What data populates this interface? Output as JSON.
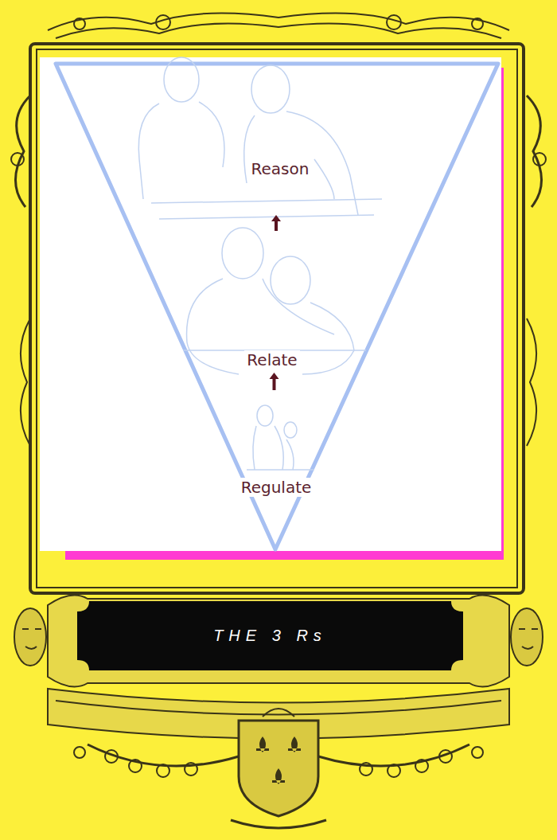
{
  "diagram": {
    "title": "THE 3 Rs",
    "nodes": [
      {
        "text": [
          "Reason"
        ]
      },
      {
        "text": [
          "Relate"
        ]
      },
      {
        "text": [
          "Regulate"
        ]
      }
    ],
    "edges": [
      {
        "from": 2,
        "to": 1,
        "arrow": "to"
      },
      {
        "from": 1,
        "to": 0,
        "arrow": "to"
      }
    ]
  }
}
